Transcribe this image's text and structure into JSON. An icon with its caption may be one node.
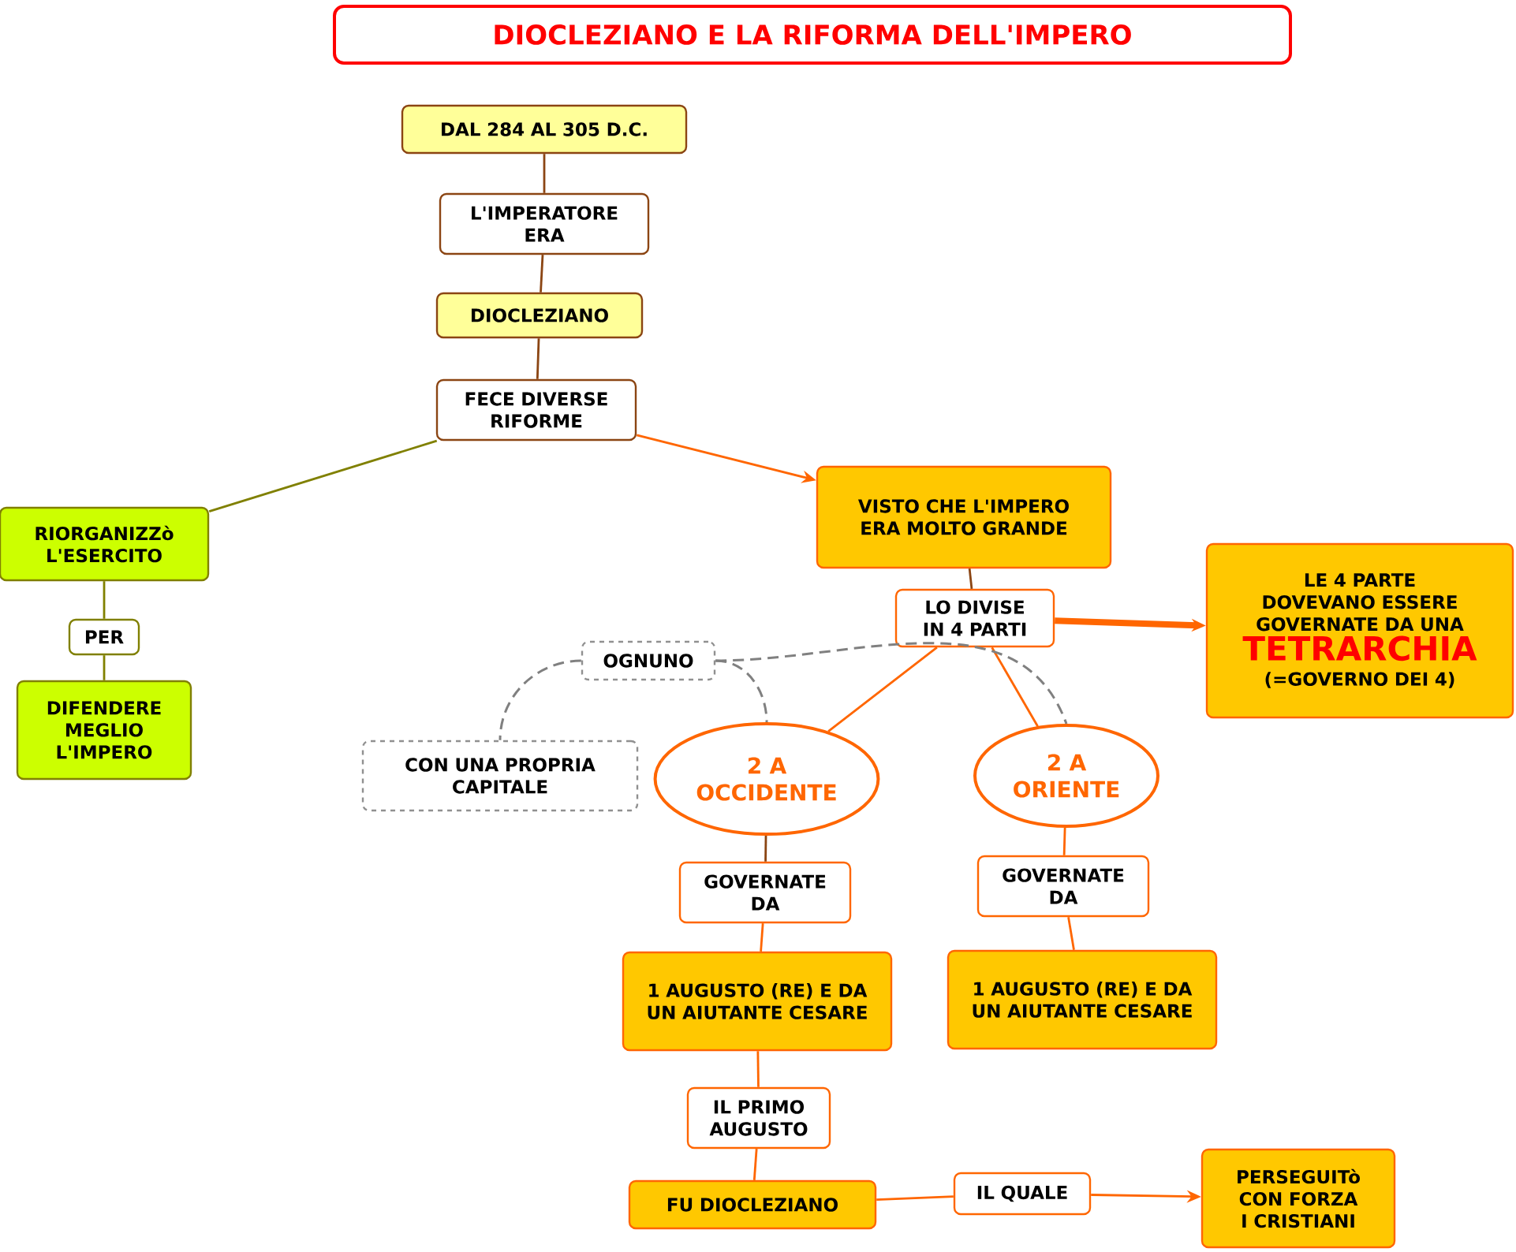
{
  "diagram": {
    "title": "DIOCLEZIANO E LA RIFORMA DELL'IMPERO",
    "nodes": [
      {
        "text": [
          "DAL 284 AL 305 D.C."
        ]
      },
      {
        "text": [
          "L'IMPERATORE ERA"
        ]
      },
      {
        "text": [
          "DIOCLEZIANO"
        ]
      },
      {
        "text": [
          "FECE DIVERSE RIFORME"
        ]
      },
      {
        "text": [
          "RIORGANIZZò L'ESERCITO"
        ]
      },
      {
        "text": [
          "PER"
        ]
      },
      {
        "text": [
          "DIFENDERE MEGLIO L'IMPERO"
        ]
      },
      {
        "text": [
          "VISTO CHE L'IMPERO ERA MOLTO GRANDE"
        ]
      },
      {
        "text": [
          "LO DIVISE IN 4 PARTI"
        ]
      },
      {
        "text": [
          "LE 4 PARTE DOVEVANO ESSERE GOVERNATE DA UNA",
          "TETRARCHIA",
          "(=GOVERNO DEI 4)"
        ]
      },
      {
        "text": [
          "OGNUNO"
        ]
      },
      {
        "text": [
          "CON UNA PROPRIA CAPITALE"
        ]
      },
      {
        "text": [
          "2 A OCCIDENTE"
        ]
      },
      {
        "text": [
          "2 A ORIENTE"
        ]
      },
      {
        "text": [
          "GOVERNATE DA"
        ]
      },
      {
        "text": [
          "1 AUGUSTO (RE) E DA UN AIUTANTE CESARE"
        ]
      },
      {
        "text": [
          "GOVERNATE DA"
        ]
      },
      {
        "text": [
          "1 AUGUSTO (RE) E DA UN AIUTANTE CESARE"
        ]
      },
      {
        "text": [
          "IL PRIMO AUGUSTO"
        ]
      },
      {
        "text": [
          "FU DIOCLEZIANO"
        ]
      },
      {
        "text": [
          "IL QUALE"
        ]
      },
      {
        "text": [
          "PERSEGUITò CON FORZA I CRISTIANI"
        ]
      }
    ],
    "edges": [
      {
        "from": 0,
        "to": 1,
        "arrow": "none",
        "color": "#8b4513"
      },
      {
        "from": 1,
        "to": 2,
        "arrow": "none",
        "color": "#8b4513"
      },
      {
        "from": 2,
        "to": 3,
        "arrow": "none",
        "color": "#8b4513"
      },
      {
        "from": 3,
        "to": 4,
        "arrow": "none",
        "color": "#808000"
      },
      {
        "from": 4,
        "to": 5,
        "arrow": "none",
        "color": "#808000"
      },
      {
        "from": 5,
        "to": 6,
        "arrow": "none",
        "color": "#808000"
      },
      {
        "from": 3,
        "to": 7,
        "arrow": "to"
      },
      {
        "from": 7,
        "to": 8,
        "arrow": "none",
        "color": "#8b4513"
      },
      {
        "from": 8,
        "to": 9,
        "arrow": "to",
        "style": "thick"
      },
      {
        "from": 8,
        "to": 12,
        "arrow": "none"
      },
      {
        "from": 8,
        "to": 13,
        "arrow": "none"
      },
      {
        "from": 10,
        "to": 11,
        "arrow": "none",
        "style": "dashed",
        "color": "#808080"
      },
      {
        "from": 10,
        "to": 12,
        "arrow": "none",
        "style": "dashed",
        "color": "#808080"
      },
      {
        "from": 10,
        "to": 13,
        "arrow": "none",
        "style": "dashed",
        "color": "#808080"
      },
      {
        "from": 12,
        "to": 14,
        "arrow": "none",
        "color": "#8b4513"
      },
      {
        "from": 14,
        "to": 15,
        "arrow": "none"
      },
      {
        "from": 13,
        "to": 16,
        "arrow": "none"
      },
      {
        "from": 16,
        "to": 17,
        "arrow": "none"
      },
      {
        "from": 15,
        "to": 18,
        "arrow": "none"
      },
      {
        "from": 18,
        "to": 19,
        "arrow": "none"
      },
      {
        "from": 19,
        "to": 20,
        "arrow": "none"
      },
      {
        "from": 20,
        "to": 21,
        "arrow": "to"
      }
    ]
  }
}
